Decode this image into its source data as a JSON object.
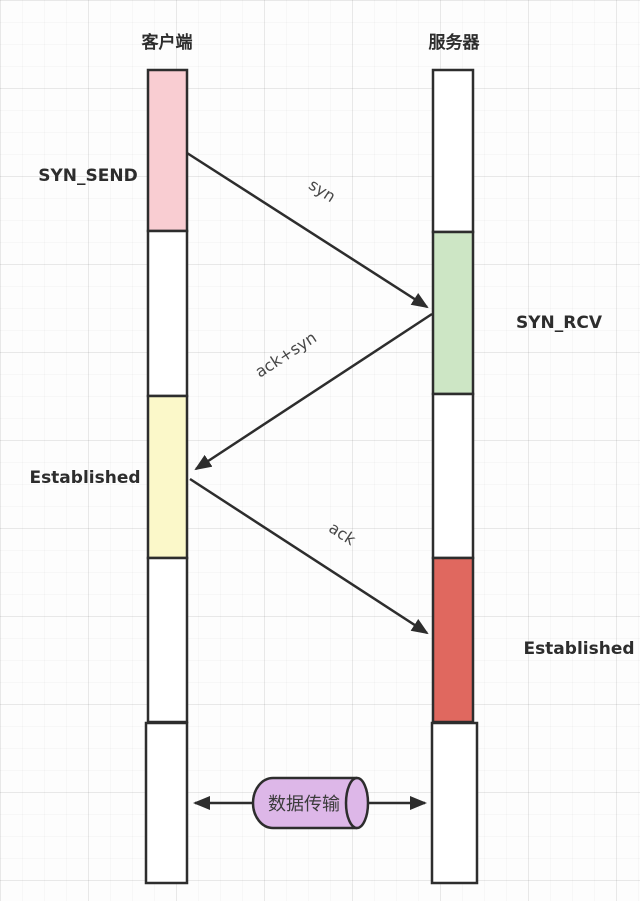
{
  "diagram": {
    "type": "tcp-three-way-handshake-sequence",
    "titles": {
      "client": "客户端",
      "server": "服务器"
    },
    "states": {
      "client_syn_send": "SYN_SEND",
      "client_established": "Established",
      "server_syn_rcv": "SYN_RCV",
      "server_established": "Established"
    },
    "messages": {
      "syn": "syn",
      "ack_syn": "ack+syn",
      "ack": "ack"
    },
    "data_transfer": {
      "label": "数据传输"
    },
    "colors": {
      "syn_send_fill": "#f9cdd2",
      "syn_rcv_fill": "#cde6c5",
      "established_client_fill": "#fbf8c9",
      "established_server_fill": "#e0685f",
      "cylinder_fill": "#ddb7e8",
      "segment_white": "#ffffff",
      "stroke": "#2d2d2d"
    }
  }
}
